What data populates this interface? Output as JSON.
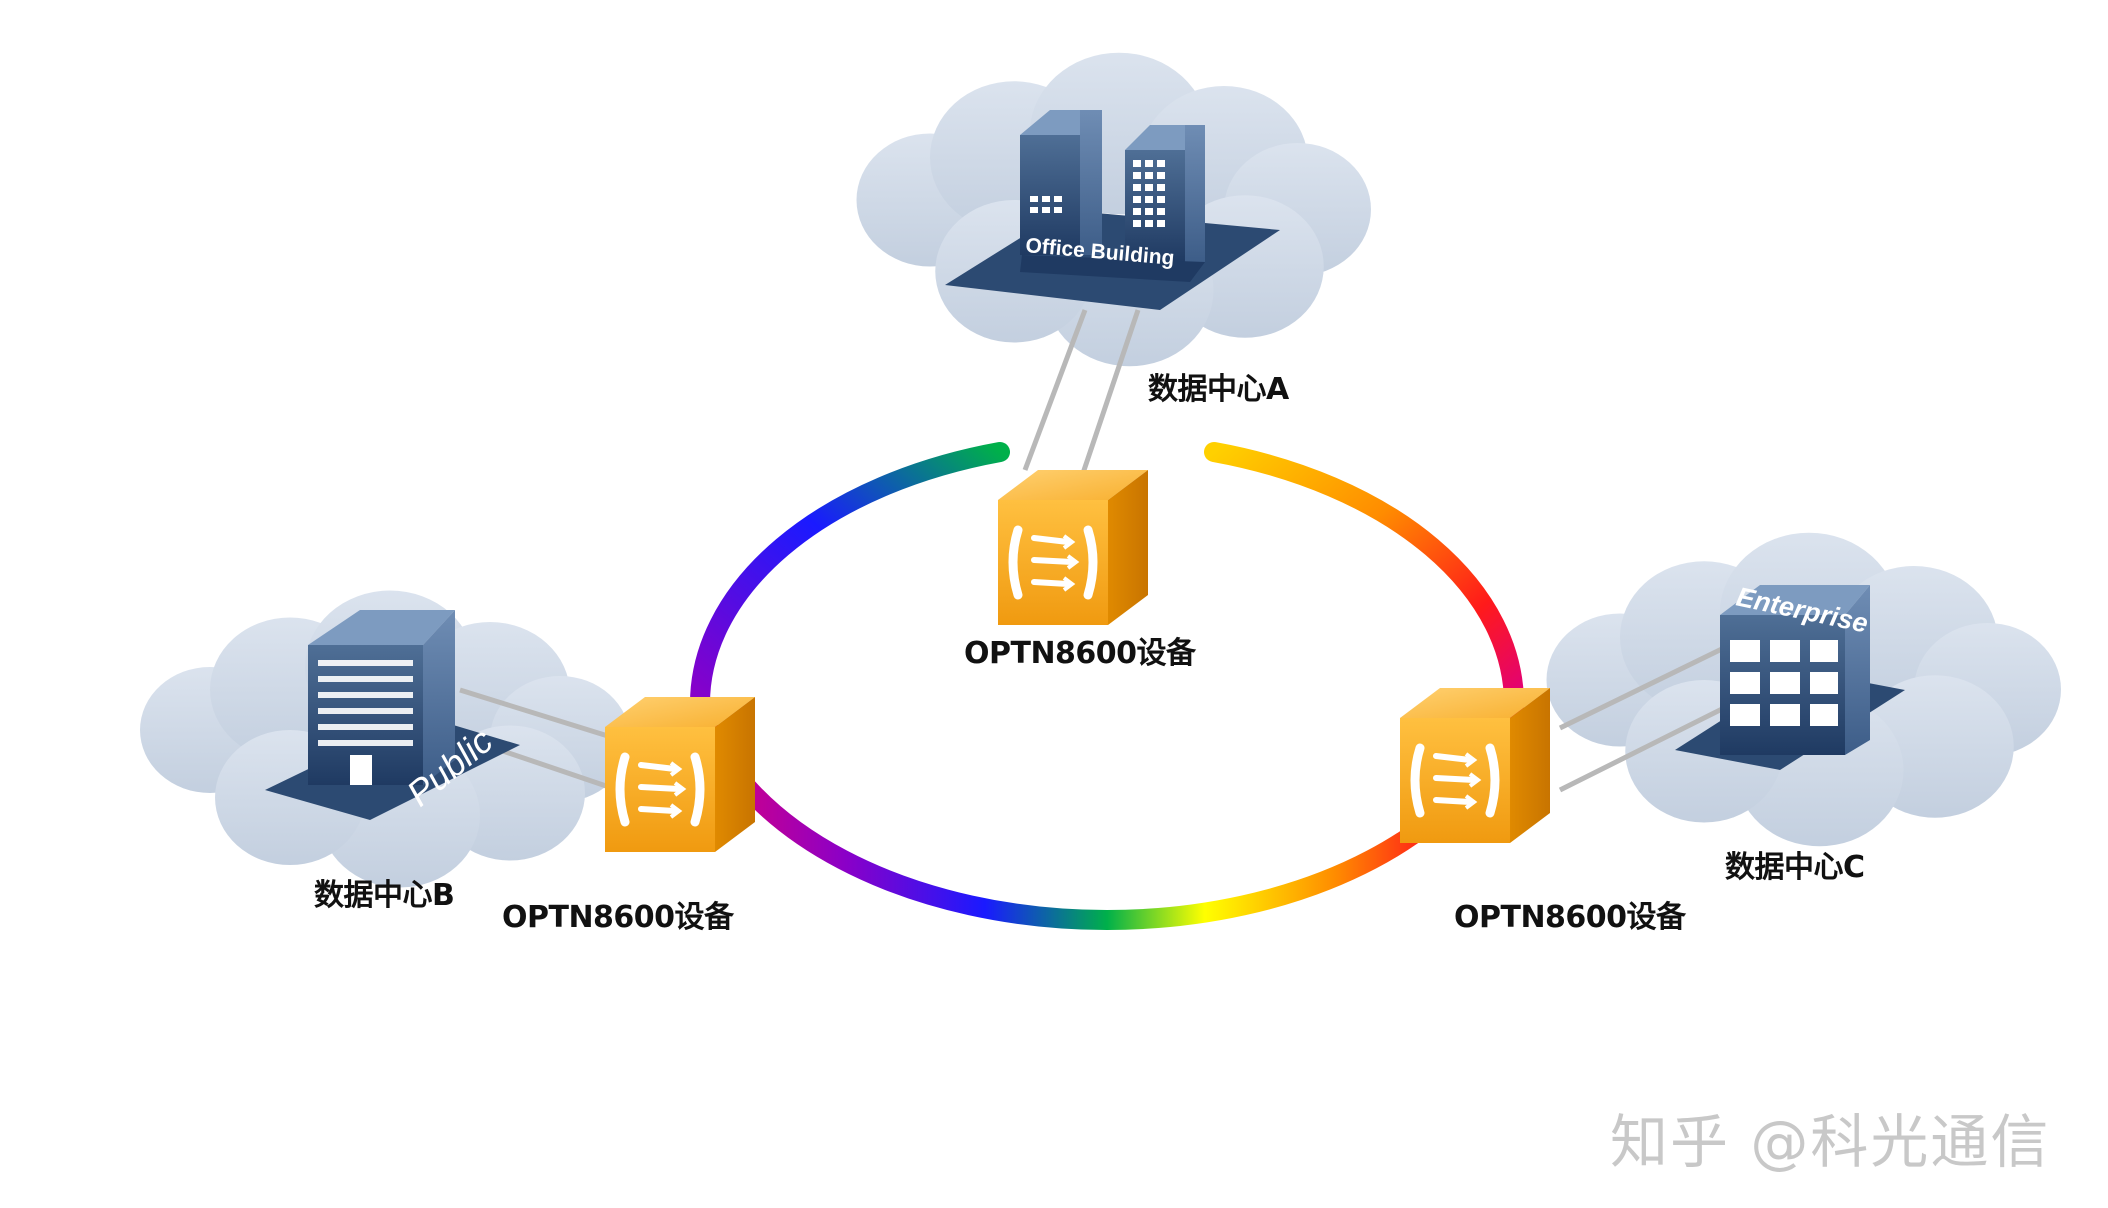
{
  "diagram": {
    "nodes": {
      "dc_a": {
        "label": "数据中心A",
        "building_sign": "Office Building"
      },
      "dc_b": {
        "label": "数据中心B",
        "building_sign": "Public"
      },
      "dc_c": {
        "label": "数据中心C",
        "building_sign": "Enterprise"
      },
      "device_top": {
        "label": "OPTN8600设备"
      },
      "device_left": {
        "label": "OPTN8600设备"
      },
      "device_right": {
        "label": "OPTN8600设备"
      }
    },
    "ring": {
      "colors": [
        "#ffff00",
        "#ff8c00",
        "#ff1a1a",
        "#e0007a",
        "#8a00c8",
        "#1a1aff",
        "#00b04a"
      ]
    },
    "colors": {
      "cloud": "#cfd9e6",
      "building": "#2c4a72",
      "device": "#f0a020",
      "link": "#b8b8b8"
    }
  },
  "watermark": "知乎 @科光通信"
}
